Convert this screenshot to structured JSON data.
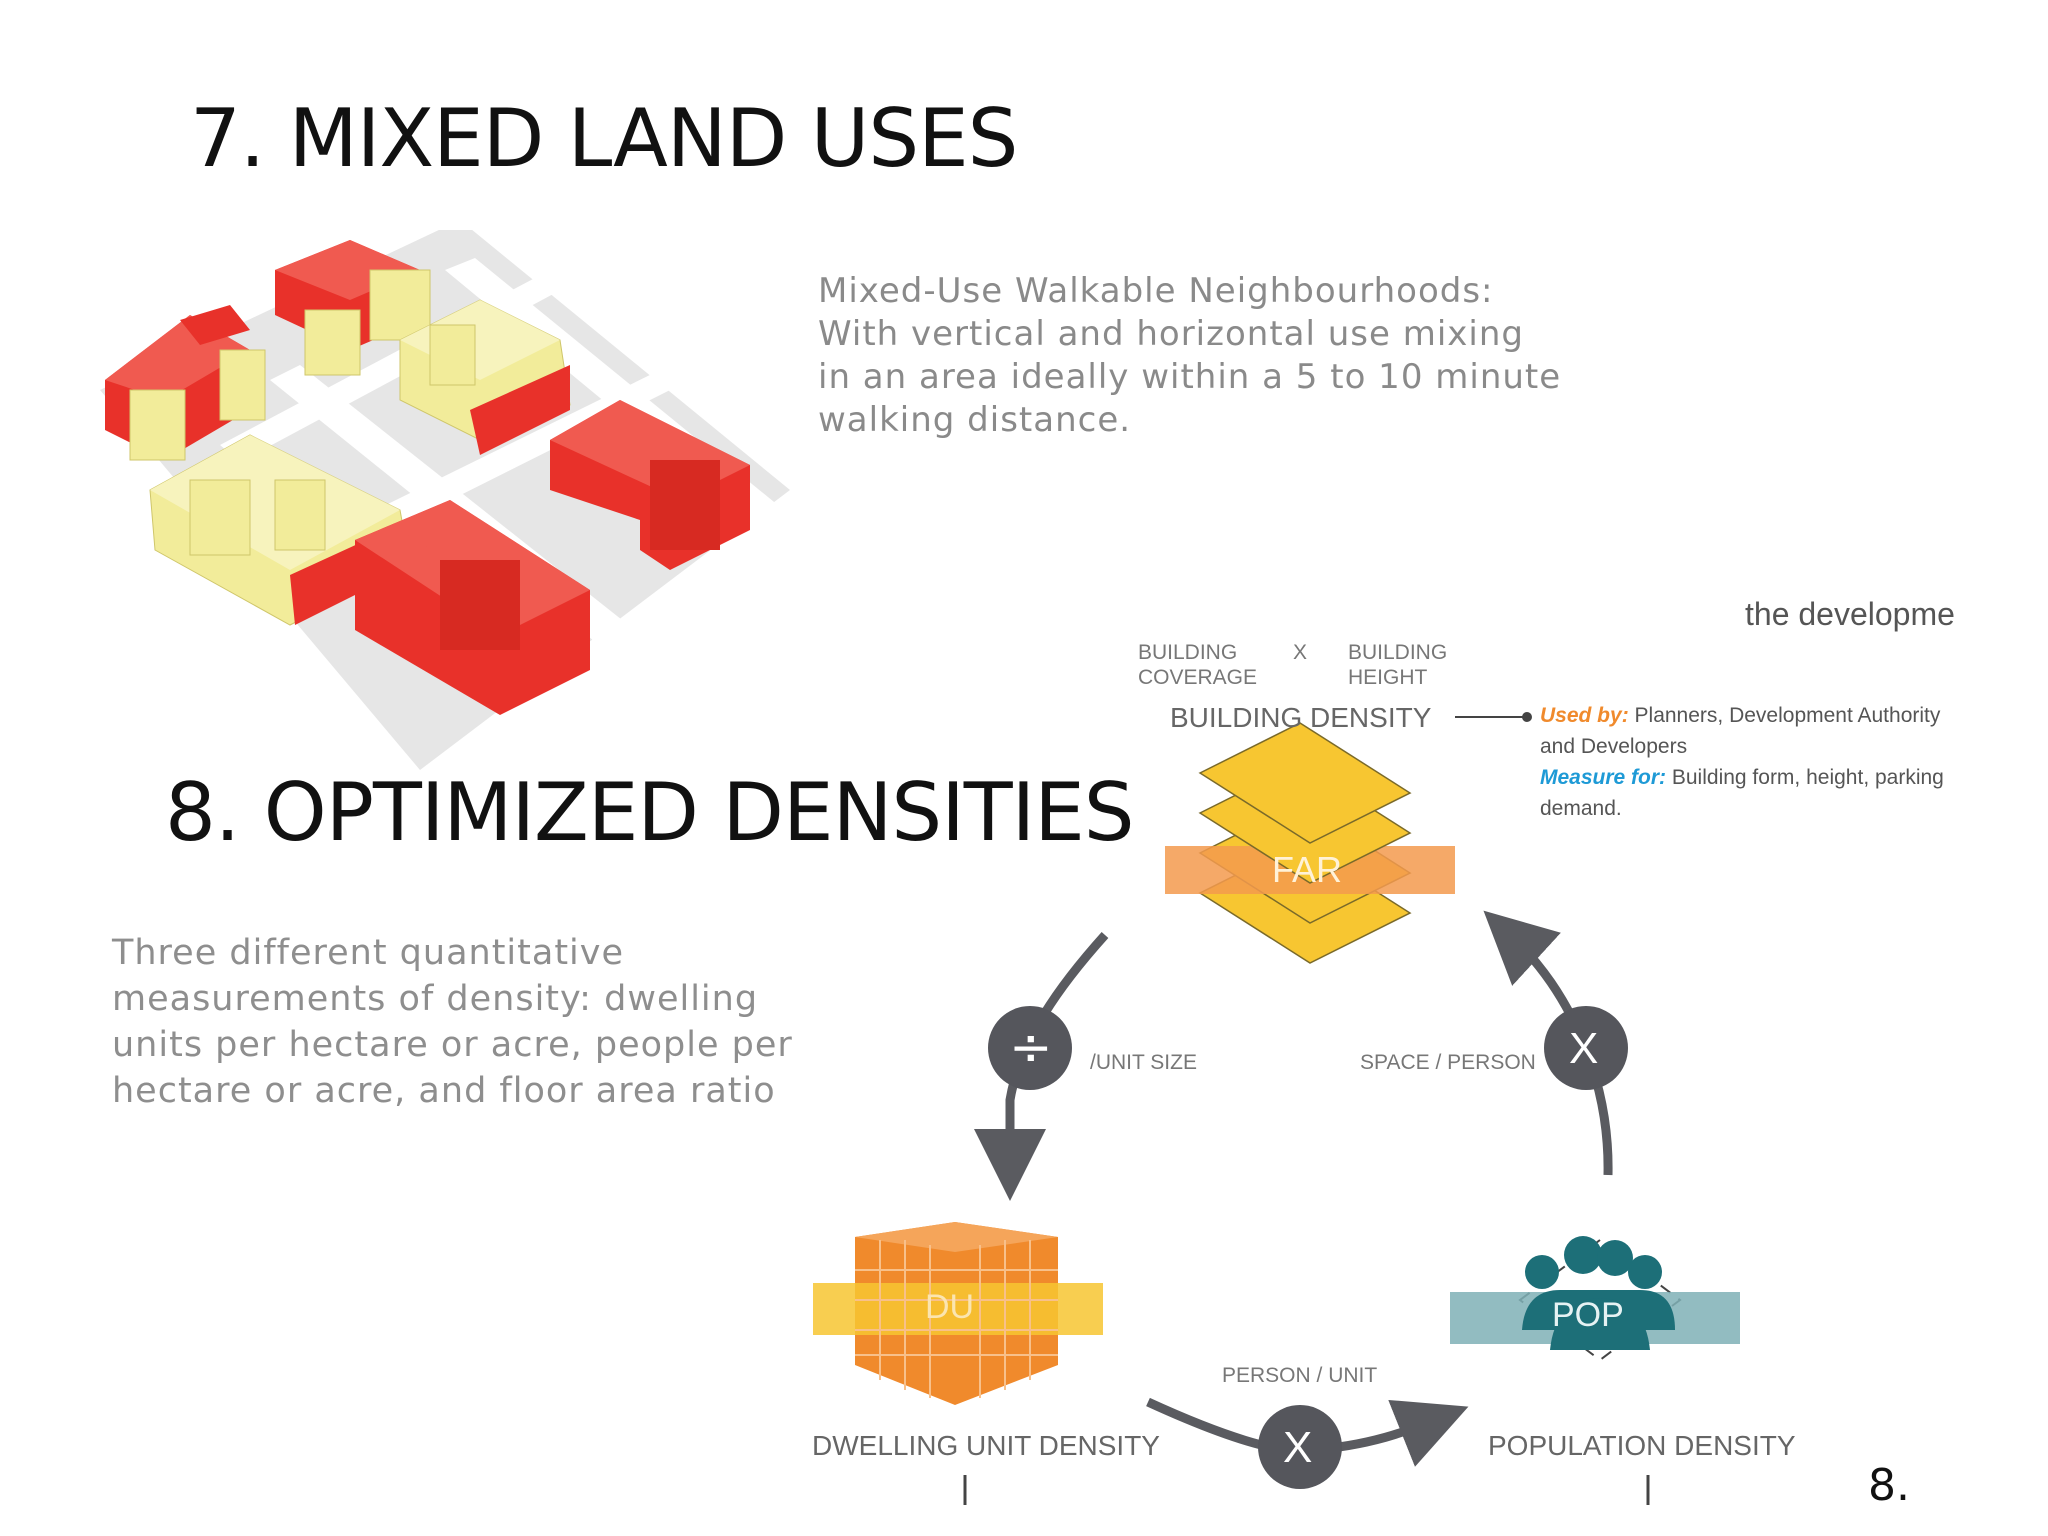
{
  "section7": {
    "title": "7. MIXED LAND USES",
    "description_lines": [
      "Mixed-Use Walkable Neighbourhoods:",
      "With vertical and horizontal use mixing",
      "in an area ideally within a 5 to 10 minute",
      "walking distance."
    ]
  },
  "section8": {
    "title": "8. OPTIMIZED DENSITIES",
    "description_lines": [
      "Three different quantitative",
      "measurements of density: dwelling",
      "units per hectare or acre, people per",
      "hectare or acre, and floor area ratio"
    ]
  },
  "diagram": {
    "corner_text": "the developme",
    "building_coverage_lines": [
      "BUILDING",
      "COVERAGE"
    ],
    "times_symbol": "X",
    "building_height_lines": [
      "BUILDING",
      "HEIGHT"
    ],
    "building_density": "BUILDING DENSITY",
    "used_by_key": "Used by:",
    "used_by_value": "Planners, Development Authority and Developers",
    "measure_for_key": "Measure for:",
    "measure_for_value": "Building form, height, parking demand.",
    "far_label": "FAR",
    "divide_symbol": "÷",
    "unit_size_label": "/UNIT SIZE",
    "space_person_label": "SPACE / PERSON",
    "right_times_symbol": "X",
    "du_label": "DU",
    "pop_label": "POP",
    "person_unit_label": "PERSON / UNIT",
    "bottom_times_symbol": "X",
    "dwelling_unit_density": "DWELLING UNIT DENSITY",
    "population_density": "POPULATION DENSITY"
  },
  "colors": {
    "red_building": "#e8312a",
    "yellow_building": "#f2ec9a",
    "far_yellow": "#f7c631",
    "orange_band": "#f39a4e",
    "du_orange": "#f08a2c",
    "pop_teal": "#1d6f78",
    "pop_band": "#7fb0b6",
    "circle_gray": "#55565c",
    "used_by_color": "#f08a2c",
    "measure_for_color": "#1e9ad6"
  },
  "page_number": "8."
}
